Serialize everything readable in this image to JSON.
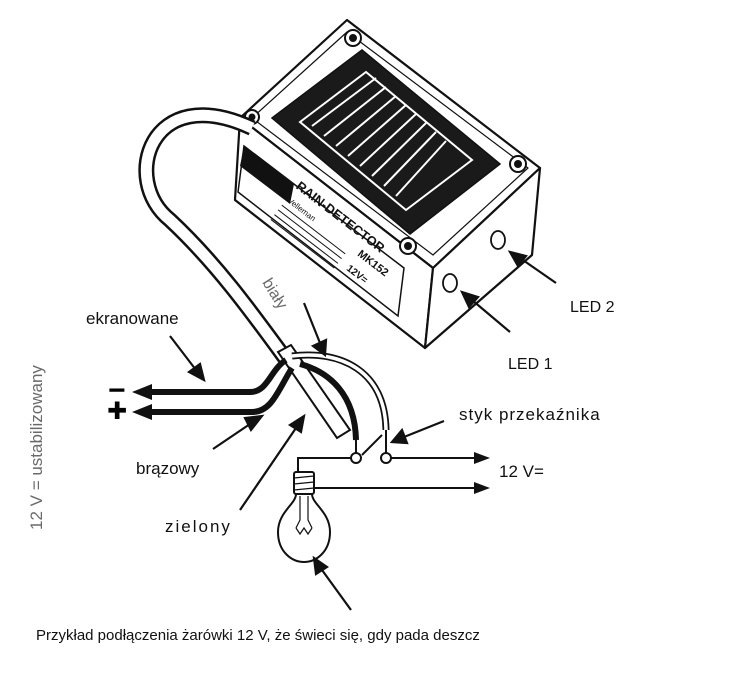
{
  "labels": {
    "ekranowane": "ekranowane",
    "bialy": "biały",
    "brazowy": "brązowy",
    "zielony": "zielony",
    "styk": "styk przekaźnika",
    "voltage": "12 V=",
    "led1": "LED 1",
    "led2": "LED 2",
    "vertical": "12 V = ustabilizowany",
    "minus": "−",
    "plus": "✚",
    "caption": "Przykład podłączenia żarówki 12 V, że świeci się, gdy pada deszcz"
  },
  "device": {
    "title": "RAIN-DETECTOR",
    "model": "MK152",
    "brand": "Velleman",
    "supply": "12V="
  },
  "colors": {
    "ink": "#111111",
    "gray_text": "#6a6a6a",
    "sensor_black": "#1a1a1a"
  }
}
